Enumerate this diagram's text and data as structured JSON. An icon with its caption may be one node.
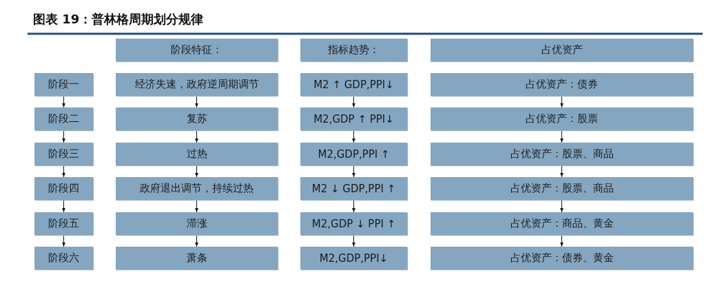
{
  "diagram": {
    "title": "图表 19：普林格周期划分规律",
    "nodes": [
      {
        "text": [
          "阶段特征："
        ]
      },
      {
        "text": [
          "指标趋势："
        ]
      },
      {
        "text": [
          "占优资产"
        ]
      },
      {
        "text": [
          "阶段一"
        ]
      },
      {
        "text": [
          "经济失速，政府逆周期调节"
        ]
      },
      {
        "text": [
          "M2 ↑ GDP,PPI↓"
        ]
      },
      {
        "text": [
          "占优资产：债券"
        ]
      },
      {
        "text": [
          "阶段二"
        ]
      },
      {
        "text": [
          "复苏"
        ]
      },
      {
        "text": [
          "M2,GDP ↑ PPI↓"
        ]
      },
      {
        "text": [
          "占优资产：股票"
        ]
      },
      {
        "text": [
          "阶段三"
        ]
      },
      {
        "text": [
          "过热"
        ]
      },
      {
        "text": [
          "M2,GDP,PPI ↑"
        ]
      },
      {
        "text": [
          "占优资产：股票、商品"
        ]
      },
      {
        "text": [
          "阶段四"
        ]
      },
      {
        "text": [
          "政府退出调节，持续过热"
        ]
      },
      {
        "text": [
          "M2 ↓ GDP,PPI ↑"
        ]
      },
      {
        "text": [
          "占优资产：股票、商品"
        ]
      },
      {
        "text": [
          "阶段五"
        ]
      },
      {
        "text": [
          "滞涨"
        ]
      },
      {
        "text": [
          "M2,GDP ↓ PPI ↑"
        ]
      },
      {
        "text": [
          "占优资产：商品、黄金"
        ]
      },
      {
        "text": [
          "阶段六"
        ]
      },
      {
        "text": [
          "萧条"
        ]
      },
      {
        "text": [
          "M2,GDP,PPI↓"
        ]
      },
      {
        "text": [
          "占优资产：债券、黄金"
        ]
      }
    ],
    "edges": [
      {
        "from": 3,
        "to": 7,
        "arrow": "to"
      },
      {
        "from": 7,
        "to": 11,
        "arrow": "to"
      },
      {
        "from": 11,
        "to": 15,
        "arrow": "to"
      },
      {
        "from": 15,
        "to": 19,
        "arrow": "to"
      },
      {
        "from": 19,
        "to": 23,
        "arrow": "to"
      },
      {
        "from": 4,
        "to": 8,
        "arrow": "to"
      },
      {
        "from": 8,
        "to": 12,
        "arrow": "to"
      },
      {
        "from": 12,
        "to": 16,
        "arrow": "to"
      },
      {
        "from": 16,
        "to": 20,
        "arrow": "to"
      },
      {
        "from": 20,
        "to": 24,
        "arrow": "to"
      },
      {
        "from": 5,
        "to": 9,
        "arrow": "to"
      },
      {
        "from": 9,
        "to": 13,
        "arrow": "to"
      },
      {
        "from": 13,
        "to": 17,
        "arrow": "to"
      },
      {
        "from": 17,
        "to": 21,
        "arrow": "to"
      },
      {
        "from": 21,
        "to": 25,
        "arrow": "to"
      },
      {
        "from": 6,
        "to": 10,
        "arrow": "to"
      },
      {
        "from": 10,
        "to": 14,
        "arrow": "to"
      },
      {
        "from": 14,
        "to": 18,
        "arrow": "to"
      },
      {
        "from": 18,
        "to": 22,
        "arrow": "to"
      },
      {
        "from": 22,
        "to": 26,
        "arrow": "to"
      }
    ]
  }
}
